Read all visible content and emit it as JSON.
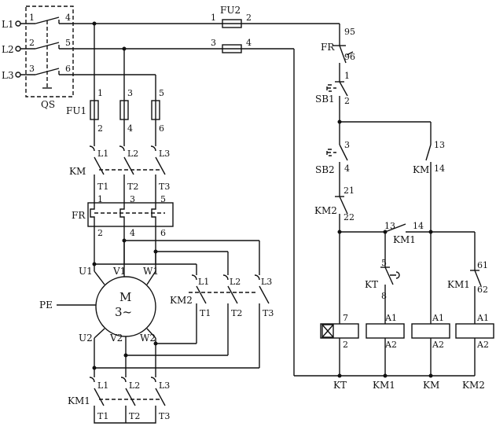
{
  "diagram": {
    "labels": {
      "L1": "L1",
      "L2": "L2",
      "L3": "L3",
      "qs": "QS",
      "qs_in1": "1",
      "qs_in2": "2",
      "qs_in3": "3",
      "qs_out4": "4",
      "qs_out5": "5",
      "qs_out6": "6",
      "fu2": "FU2",
      "fu2_t1": "1",
      "fu2_t2": "2",
      "fu2_t3": "3",
      "fu2_t4": "4",
      "fu1": "FU1",
      "fu1_t1": "1",
      "fu1_t2": "2",
      "fu1_t3": "3",
      "fu1_t4": "4",
      "fu1_t5": "5",
      "fu1_t6": "6",
      "km_l1": "L1",
      "km_l2": "L2",
      "km_l3": "L3",
      "km": "KM",
      "km_t1": "T1",
      "km_t2": "T2",
      "km_t3": "T3",
      "fr": "FR",
      "fr_t1": "1",
      "fr_t3": "3",
      "fr_t5": "5",
      "fr_t2": "2",
      "fr_t4": "4",
      "fr_t6": "6",
      "u1": "U1",
      "v1": "V1",
      "w1": "W1",
      "pe": "PE",
      "motor_m": "M",
      "motor_phase": "3~",
      "u2": "U2",
      "v2": "V2",
      "w2": "W2",
      "km2_l1": "L1",
      "km2_l2": "L2",
      "km2_l3": "L3",
      "km2": "KM2",
      "km2_t1": "T1",
      "km2_t2": "T2",
      "km2_t3": "T3",
      "km1_l1": "L1",
      "km1_l2": "L2",
      "km1_l3": "L3",
      "km1": "KM1",
      "km1_t1": "T1",
      "km1_t2": "T2",
      "km1_t3": "T3",
      "fr_nc": "FR",
      "fr_95": "95",
      "fr_96": "96",
      "sb1": "SB1",
      "sb1_1": "1",
      "sb1_2": "2",
      "sb2": "SB2",
      "sb2_3": "3",
      "sb2_4": "4",
      "km_aux": "KM",
      "km_aux_13": "13",
      "km_aux_14": "14",
      "km2_nc": "KM2",
      "km2_21": "21",
      "km2_22": "22",
      "km1_aux": "KM1",
      "km1_aux_13": "13",
      "km1_aux_14": "14",
      "kt_c": "KT",
      "kt_c_5": "5",
      "kt_c_8": "8",
      "km1_nc": "KM1",
      "km1_61": "61",
      "km1_62": "62",
      "coil_kt_7": "7",
      "coil_kt_2": "2",
      "coil_km1_a1": "A1",
      "coil_km1_a2": "A2",
      "coil_km_a1": "A1",
      "coil_km_a2": "A2",
      "coil_km2_a1": "A1",
      "coil_km2_a2": "A2",
      "coil_kt": "KT",
      "coil_km1": "KM1",
      "coil_km": "KM",
      "coil_km2": "KM2"
    }
  }
}
